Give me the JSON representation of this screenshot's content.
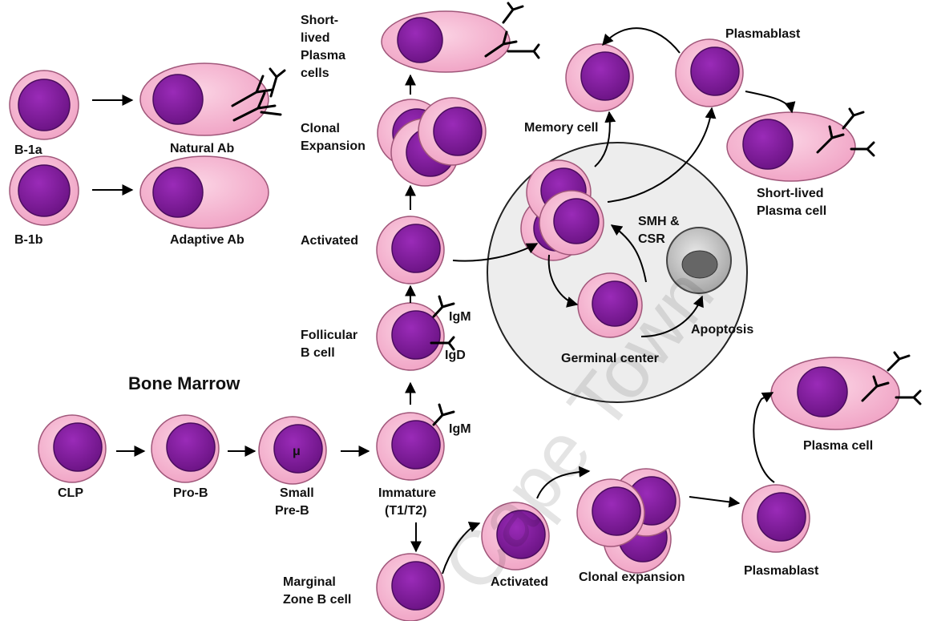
{
  "section_title": "Bone Marrow",
  "labels": {
    "b1a": "B-1a",
    "b1b": "B-1b",
    "natural_ab": "Natural Ab",
    "adaptive_ab": "Adaptive Ab",
    "short_lived_plasma_cells": [
      "Short-",
      "lived",
      "Plasma",
      "cells"
    ],
    "clonal_expansion_top": [
      "Clonal",
      "Expansion"
    ],
    "activated_top": "Activated",
    "follicular_b_cell": [
      "Follicular",
      "B cell"
    ],
    "igm_follicular": "IgM",
    "igd": "IgD",
    "igm_immature": "IgM",
    "memory_cell": "Memory cell",
    "plasmablast_top": "Plasmablast",
    "short_lived_plasma_cell_right": [
      "Short-lived",
      "Plasma cell"
    ],
    "smh_csr": [
      "SMH &",
      "CSR"
    ],
    "apoptosis": "Apoptosis",
    "germinal_center": "Germinal center",
    "clp": "CLP",
    "pro_b": "Pro-B",
    "small_pre_b": [
      "Small",
      "Pre-B"
    ],
    "mu": "μ",
    "immature": [
      "Immature",
      "(T1/T2)"
    ],
    "marginal_zone_b_cell": [
      "Marginal",
      "Zone B cell"
    ],
    "activated_bottom": "Activated",
    "clonal_expansion_bottom": "Clonal expansion",
    "plasmablast_bottom": "Plasmablast",
    "plasma_cell": "Plasma cell"
  },
  "watermark": "Cape Town",
  "colors": {
    "cell_body": "#f5b3cf",
    "cell_stroke": "#a0577a",
    "nucleus": "#7d1a9a",
    "nucleus_stroke": "#4a0c5e",
    "germinal_center_fill": "#ededed",
    "apoptotic_cell": "#9a9a9a"
  }
}
